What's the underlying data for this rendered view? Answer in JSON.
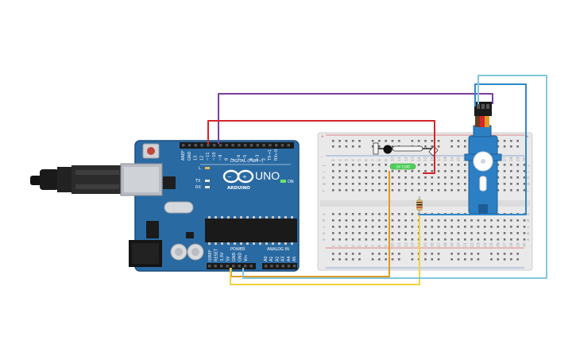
{
  "board": {
    "model": "UNO",
    "brand": "ARDUINO",
    "digital_label": "DIGITAL (PWM~)",
    "power_label": "POWER",
    "analog_label": "ANALOG IN",
    "on_label": "ON",
    "tx_label": "TX",
    "rx_label": "RX",
    "l_label": "L",
    "digital_pins": [
      "AREF",
      "GND",
      "13",
      "12",
      "~11",
      "~10",
      "~9",
      "8",
      "7",
      "~6",
      "~5",
      "4",
      "~3",
      "2",
      "TX→1",
      "RX←0"
    ],
    "power_pins": [
      "IOREF",
      "RESET",
      "3.3V",
      "5V",
      "GND",
      "GND",
      "Vin"
    ],
    "analog_pins": [
      "A0",
      "A1",
      "A2",
      "A3",
      "A4",
      "A5"
    ]
  },
  "breadboard": {
    "columns": [
      "1",
      "2",
      "3",
      "4",
      "5",
      "6",
      "7",
      "8",
      "9",
      "10",
      "11",
      "12",
      "13",
      "14",
      "15",
      "16",
      "17",
      "18",
      "19",
      "20",
      "21",
      "22",
      "23",
      "24",
      "25",
      "26",
      "27",
      "28",
      "29",
      "30"
    ],
    "rows_top": [
      "j",
      "i",
      "h",
      "g",
      "f"
    ],
    "rows_bottom": [
      "e",
      "d",
      "c",
      "b",
      "a"
    ],
    "rail_plus": "+",
    "rail_minus": "-"
  },
  "components": {
    "led_label": "5V 1500",
    "servo_name": "servo",
    "resistor_name": "resistor",
    "button_name": "pushbutton"
  },
  "colors": {
    "board": "#2a6aa3",
    "board_edge": "#1b4f7d",
    "wire_purple": "#7b3f9e",
    "wire_red": "#d4262b",
    "wire_orange": "#e39a23",
    "wire_yellow": "#f2d23c",
    "wire_blue": "#2e88c9",
    "wire_lightblue": "#7fc8dc",
    "servo": "#2d7fc4",
    "breadboard": "#e9e9e9"
  }
}
